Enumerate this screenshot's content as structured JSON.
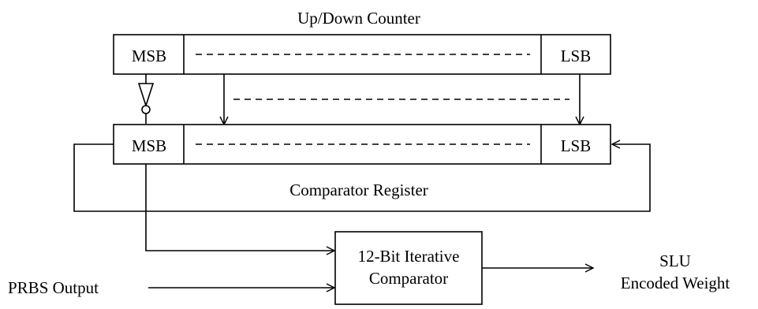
{
  "up_down_counter": {
    "title": "Up/Down Counter",
    "msb_label": "MSB",
    "lsb_label": "LSB"
  },
  "comparator_register": {
    "title": "Comparator Register",
    "msb_label": "MSB",
    "lsb_label": "LSB"
  },
  "comparator": {
    "line1": "12-Bit Iterative",
    "line2": "Comparator"
  },
  "inputs": {
    "prbs": "PRBS Output"
  },
  "output": {
    "line1": "SLU",
    "line2": "Encoded Weight"
  }
}
